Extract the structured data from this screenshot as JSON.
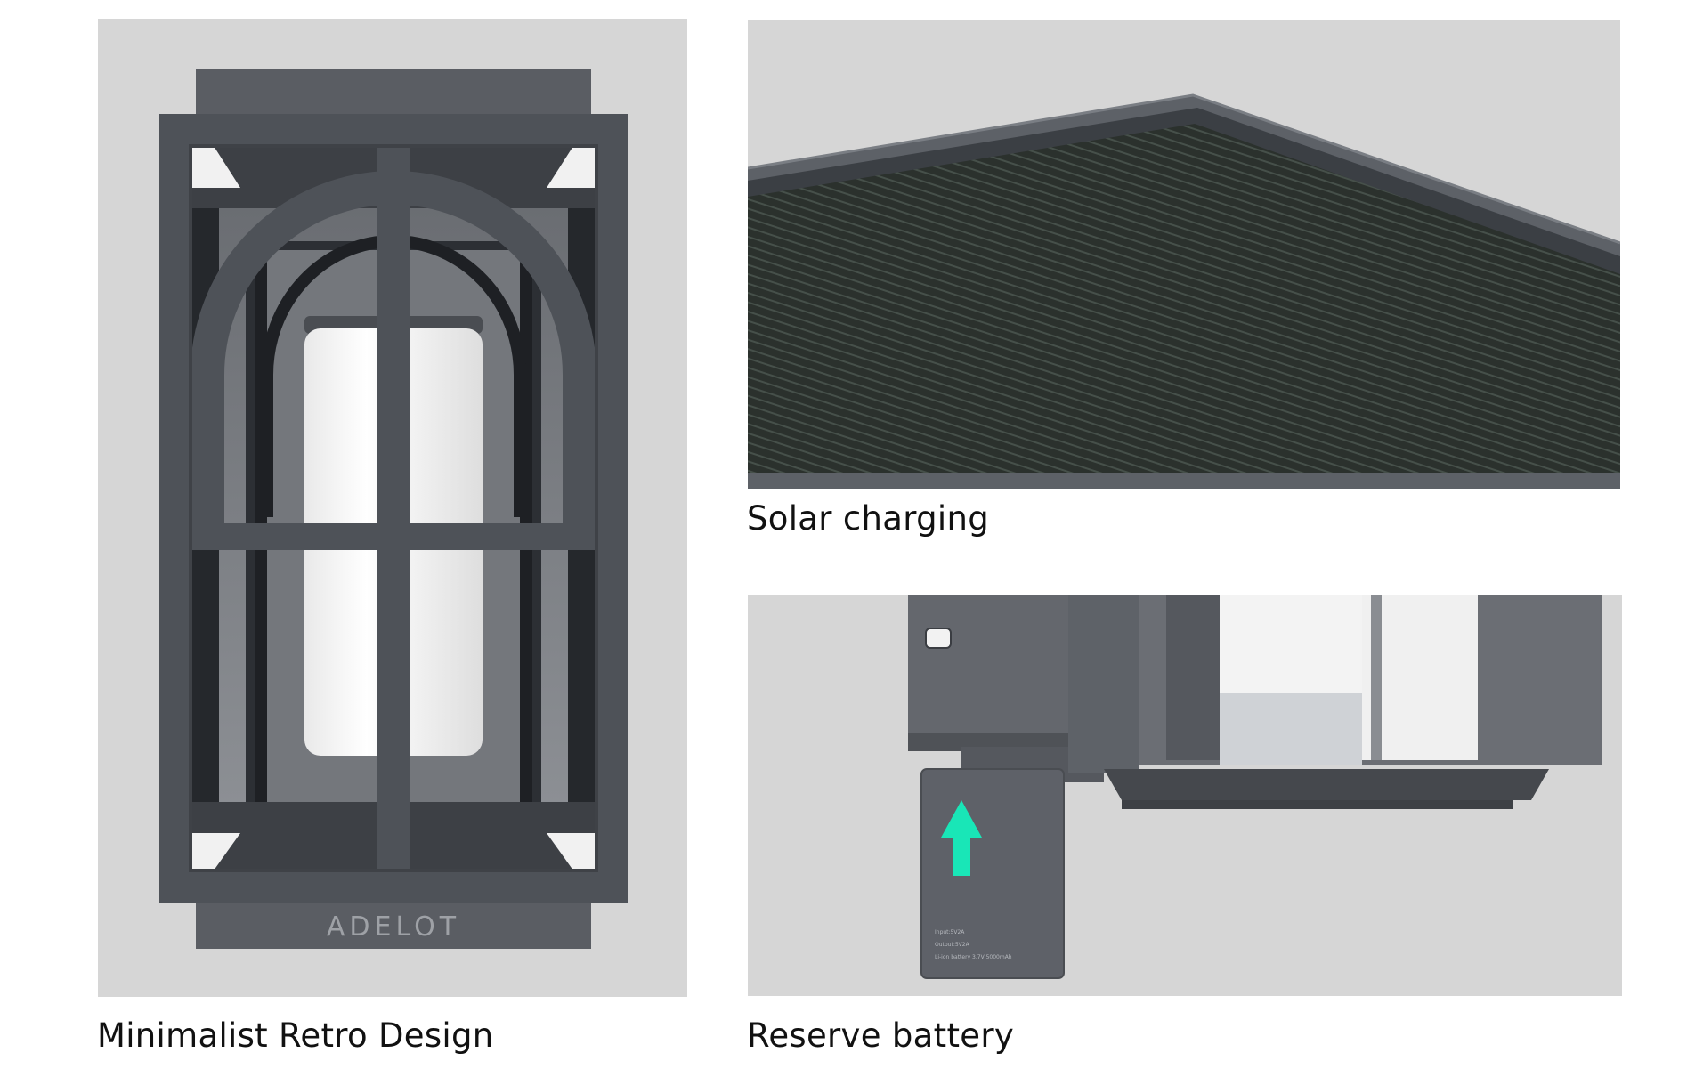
{
  "panels": [
    {
      "id": "lamp",
      "caption": "Minimalist Retro Design",
      "logo_text": "ADELOT"
    },
    {
      "id": "solar",
      "caption": "Solar charging"
    },
    {
      "id": "battery",
      "caption": "Reserve battery",
      "label_lines": [
        "Input:5V2A",
        "Output:5V2A",
        "Li-ion battery 3.7V 5000mAh"
      ]
    }
  ],
  "colors": {
    "background": "#ffffff",
    "panel_background": "#d6d6d6",
    "fixture_gray": "#5b5f66",
    "frame_dark": "#3a3d42",
    "solar_cells": "#2c322e",
    "arrow_accent": "#19e6b7",
    "shade_white": "#fbfbfb",
    "caption_text": "#111111"
  }
}
